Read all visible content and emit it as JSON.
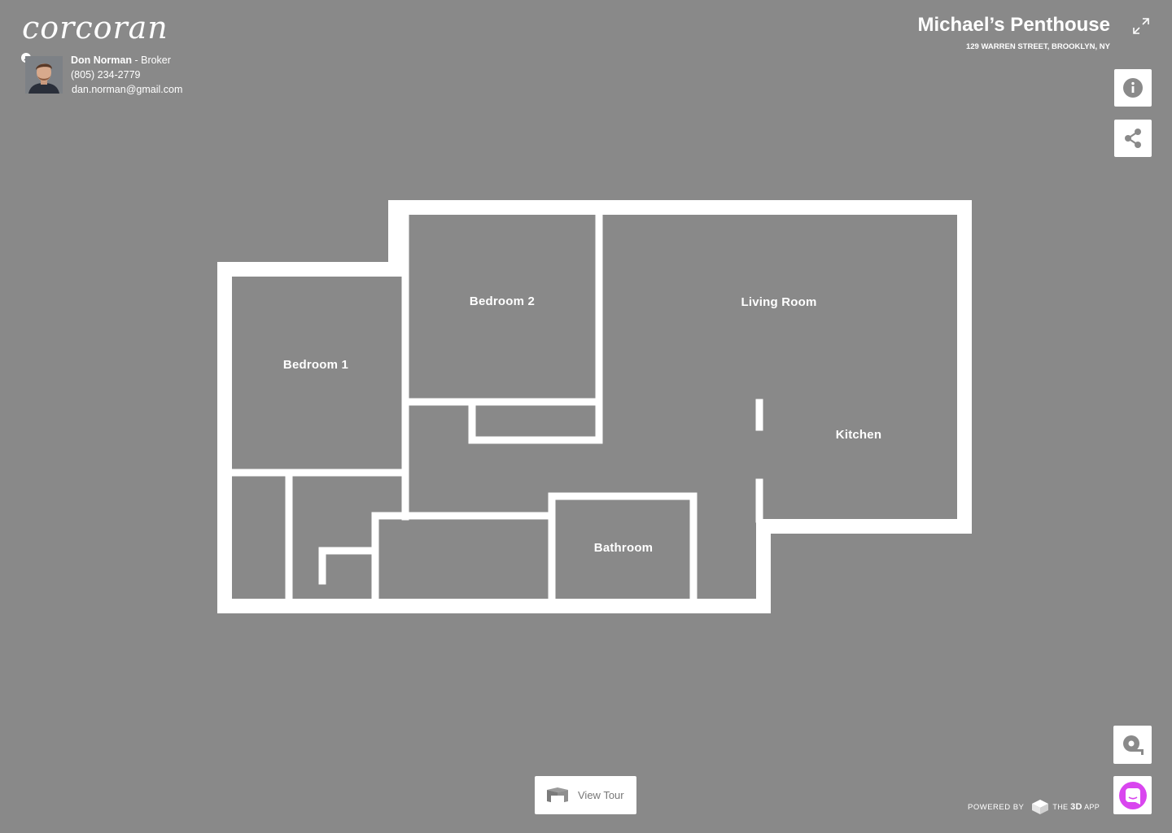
{
  "brand": {
    "logo_text": "corcoran"
  },
  "agent": {
    "name": "Don Norman",
    "role_separator": " - ",
    "role": "Broker",
    "phone": "(805) 234-2779",
    "email": "dan.norman@gmail.com"
  },
  "property": {
    "title": "Michael’s Penthouse",
    "address": "129 WARREN STREET, BROOKLYN, NY"
  },
  "controls": {
    "expand_icon": "expand-icon",
    "info_icon": "info-icon",
    "share_icon": "share-icon",
    "measure_icon": "measure-tape-icon",
    "chat_icon": "chat-icon"
  },
  "floorplan": {
    "rooms": [
      {
        "id": "bedroom-1",
        "label": "Bedroom 1"
      },
      {
        "id": "bedroom-2",
        "label": "Bedroom 2"
      },
      {
        "id": "living-room",
        "label": "Living Room"
      },
      {
        "id": "kitchen",
        "label": "Kitchen"
      },
      {
        "id": "bathroom",
        "label": "Bathroom"
      }
    ]
  },
  "view_tour": {
    "label": "View Tour"
  },
  "footer": {
    "powered_by": "POWERED BY",
    "brand_prefix": "THE",
    "brand_main": "3D",
    "brand_suffix": "APP"
  },
  "colors": {
    "background": "#898989",
    "walls": "#ffffff",
    "chat_accent": "#d946ef"
  }
}
